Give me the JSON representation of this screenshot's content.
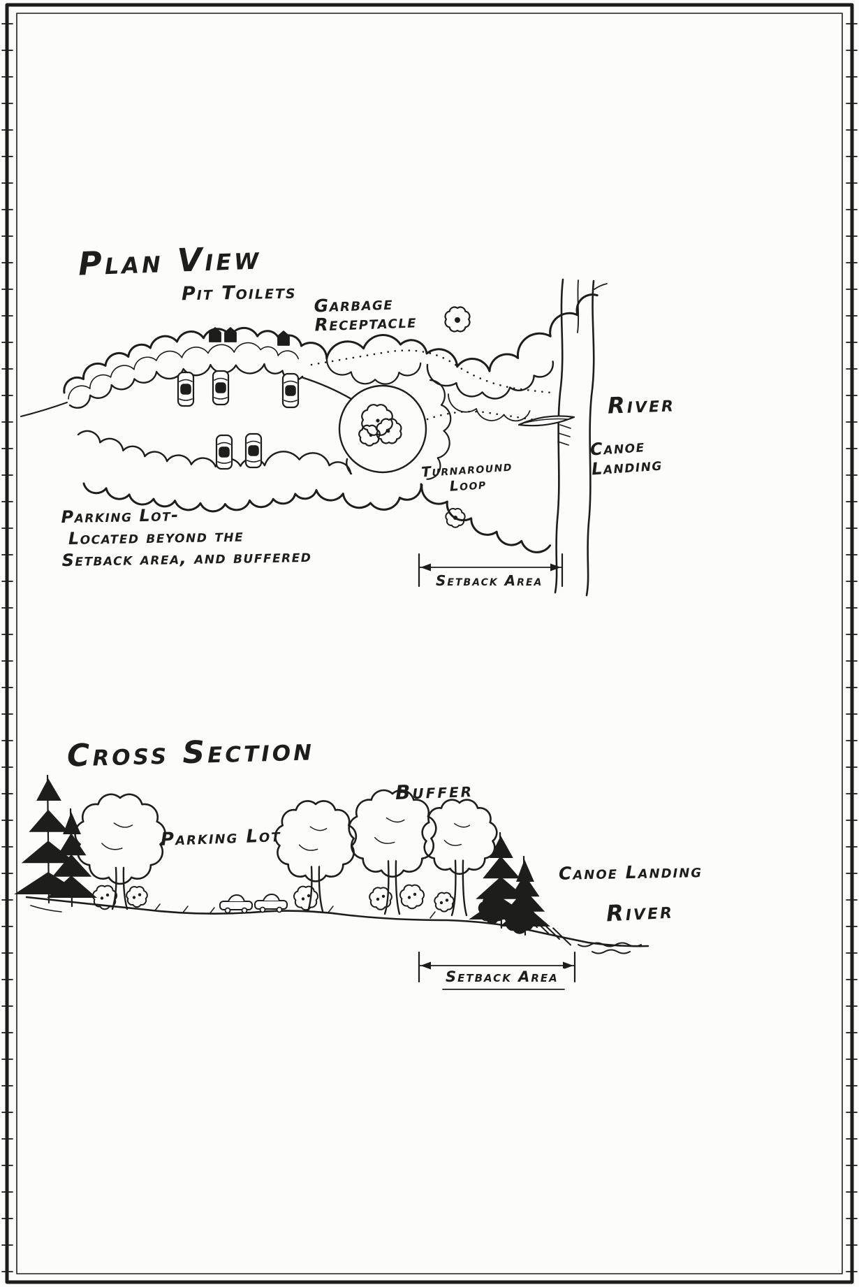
{
  "colors": {
    "ink": "#1d1d1b",
    "paper": "#fcfcfa"
  },
  "plan_view": {
    "title": "Plan View",
    "labels": {
      "pit_toilets": "Pit Toilets",
      "garbage_receptacle": "Garbage\nReceptacle",
      "river": "River",
      "canoe_landing": "Canoe\nLanding",
      "turnaround_loop": "Turnaround\nLoop",
      "parking_note": "Parking Lot-\n Located beyond the\nSetback area, and buffered",
      "setback_area": "Setback Area"
    }
  },
  "cross_section": {
    "title": "Cross Section",
    "labels": {
      "buffer": "Buffer",
      "parking_lot": "Parking Lot",
      "canoe_landing": "Canoe Landing",
      "river": "River",
      "setback_area": "Setback Area"
    }
  }
}
